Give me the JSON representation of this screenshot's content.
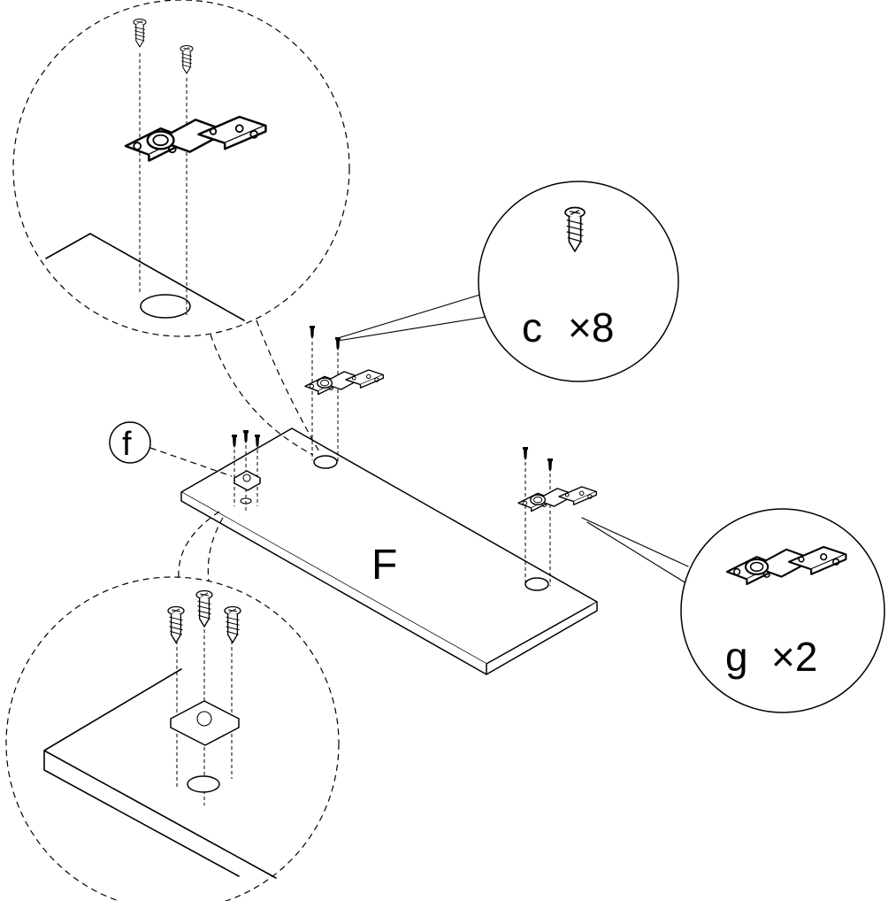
{
  "labels": {
    "panel": "F",
    "screw_part": "c",
    "screw_qty": "×8",
    "hinge_part": "g",
    "hinge_qty": "×2",
    "cam_part": "f"
  }
}
